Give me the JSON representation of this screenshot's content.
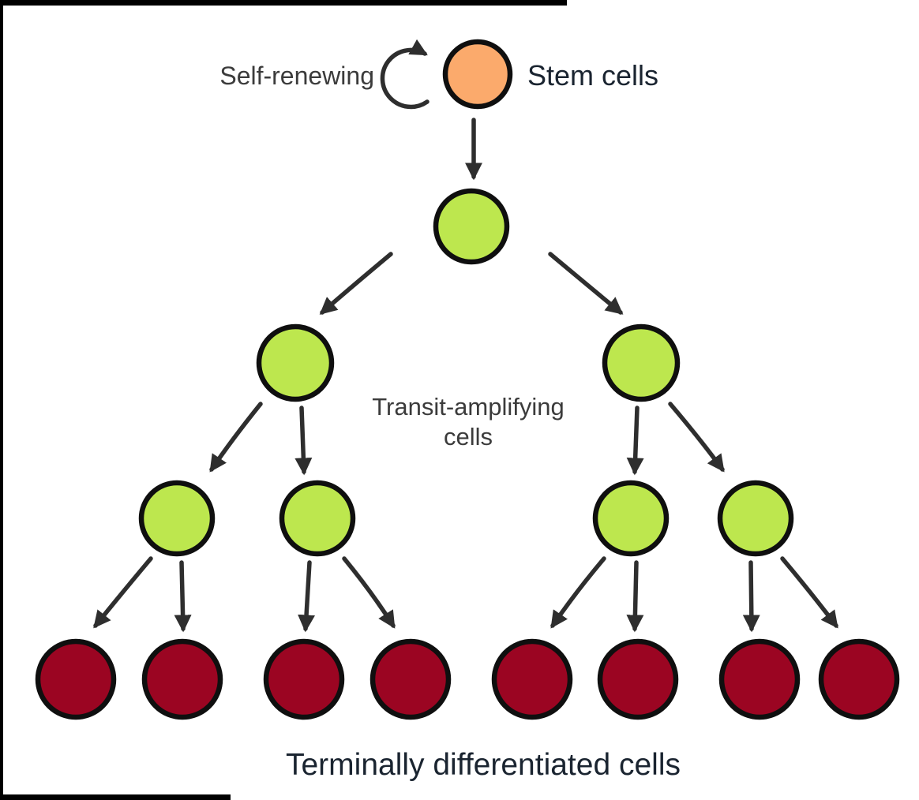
{
  "labels": {
    "self_renewing": "Self-renewing",
    "stem_cells": "Stem cells",
    "transit_line1": "Transit-amplifying",
    "transit_line2": "cells",
    "terminal": "Terminally differentiated cells"
  },
  "colors": {
    "stem_fill": "#FBAA6C",
    "transit_fill": "#BDE74E",
    "terminal_fill": "#9B0522",
    "outline": "#0F0F0F",
    "arrow": "#2E2E2E",
    "label_gray": "#3B3B3B",
    "label_navy": "#1A2430",
    "border_black": "#000000"
  },
  "diagram": {
    "type": "hierarchy",
    "root": "Stem cells",
    "self_renewing_loop": true,
    "rows": [
      {
        "level": "stem-cells",
        "count": 1,
        "fill": "#FBAA6C"
      },
      {
        "level": "transit-amplifying-cells",
        "count": 1,
        "fill": "#BDE74E"
      },
      {
        "level": "transit-amplifying-cells",
        "count": 2,
        "fill": "#BDE74E"
      },
      {
        "level": "transit-amplifying-cells",
        "count": 4,
        "fill": "#BDE74E"
      },
      {
        "level": "terminally-differentiated-cells",
        "count": 8,
        "fill": "#9B0522"
      }
    ]
  }
}
